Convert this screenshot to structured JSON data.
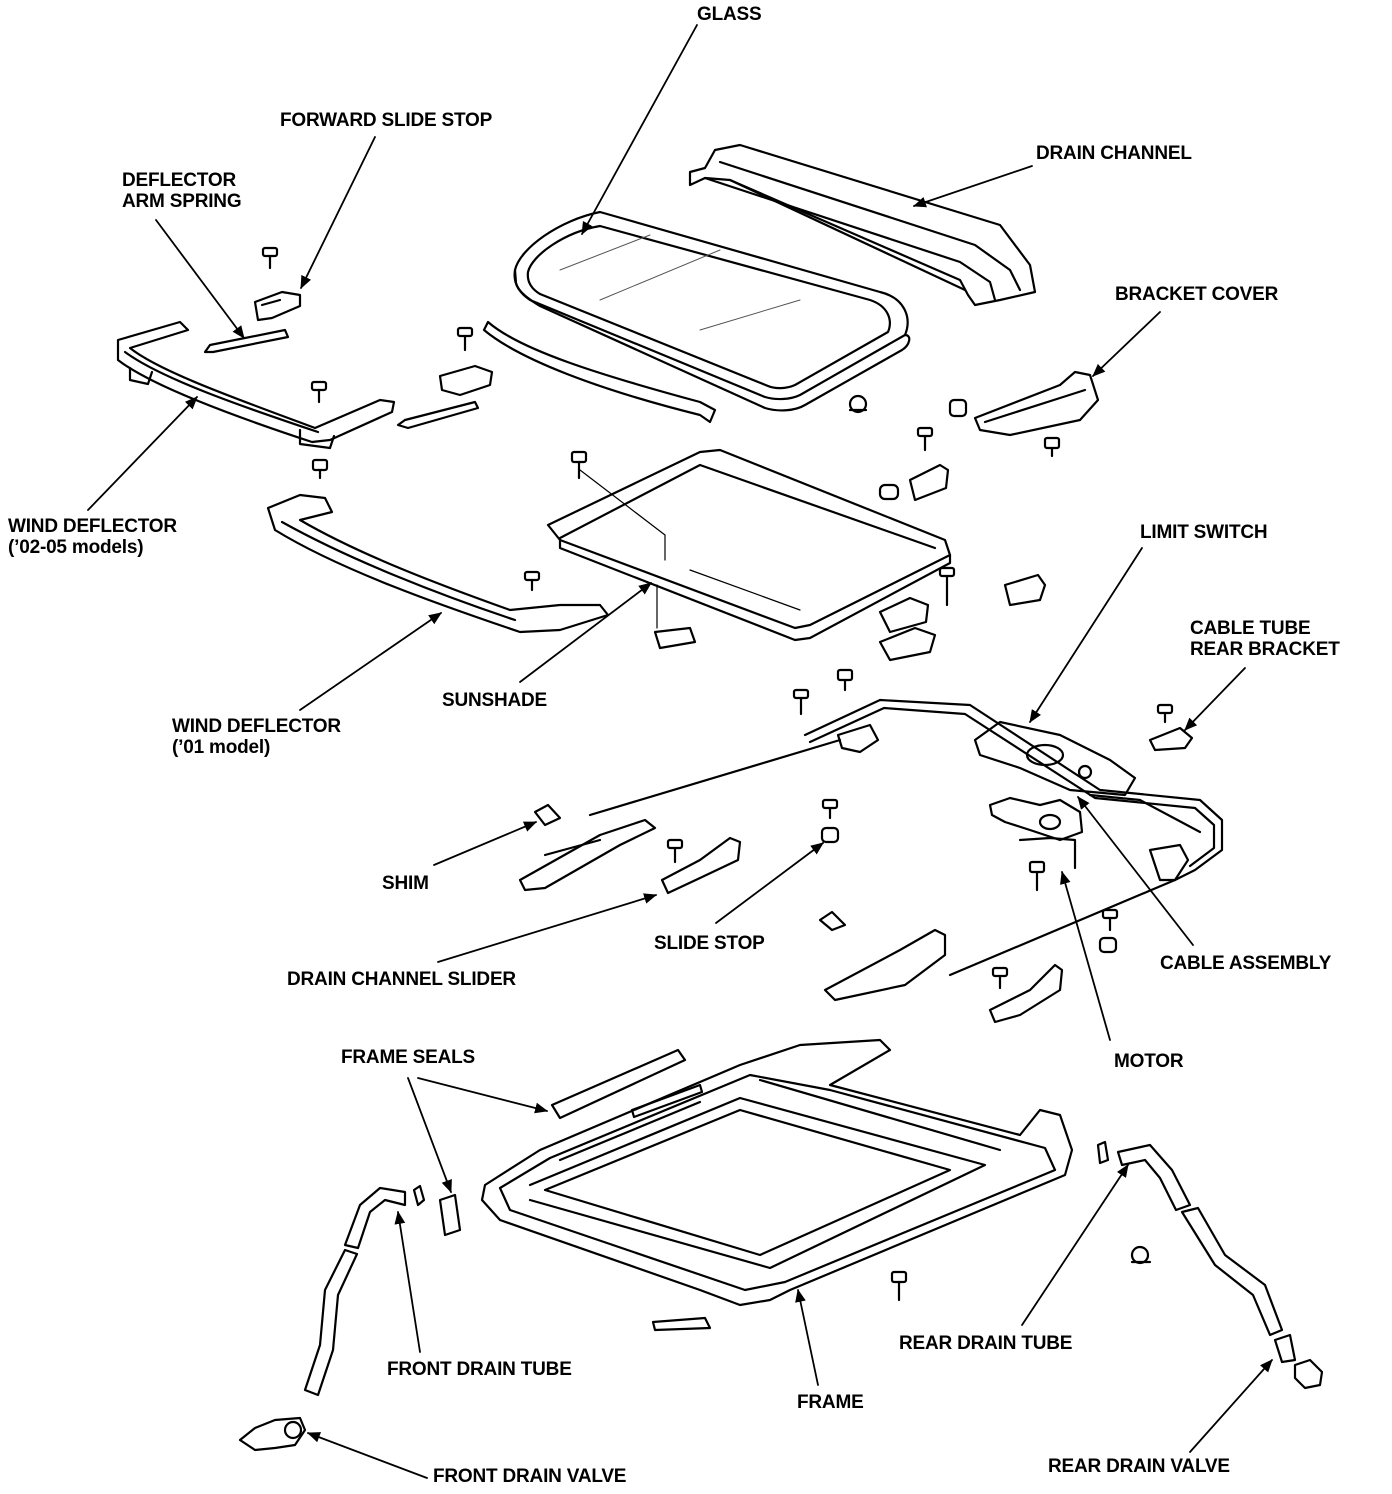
{
  "diagram": {
    "labels": {
      "glass": "GLASS",
      "forward_slide_stop": "FORWARD SLIDE STOP",
      "drain_channel": "DRAIN CHANNEL",
      "deflector_arm_spring_1": "DEFLECTOR",
      "deflector_arm_spring_2": "ARM SPRING",
      "bracket_cover": "BRACKET COVER",
      "wind_deflector_0205_1": "WIND DEFLECTOR",
      "wind_deflector_0205_2": "(’02-05 models)",
      "limit_switch": "LIMIT SWITCH",
      "cable_tube_rear_bracket_1": "CABLE TUBE",
      "cable_tube_rear_bracket_2": "REAR BRACKET",
      "sunshade": "SUNSHADE",
      "wind_deflector_01_1": "WIND DEFLECTOR",
      "wind_deflector_01_2": "(’01 model)",
      "shim": "SHIM",
      "slide_stop": "SLIDE STOP",
      "cable_assembly": "CABLE ASSEMBLY",
      "drain_channel_slider": "DRAIN CHANNEL SLIDER",
      "motor": "MOTOR",
      "frame_seals": "FRAME SEALS",
      "rear_drain_tube": "REAR DRAIN TUBE",
      "front_drain_tube": "FRONT DRAIN TUBE",
      "frame": "FRAME",
      "front_drain_valve": "FRONT DRAIN VALVE",
      "rear_drain_valve": "REAR DRAIN VALVE"
    },
    "colors": {
      "ink": "#000000",
      "paper": "#ffffff"
    }
  }
}
